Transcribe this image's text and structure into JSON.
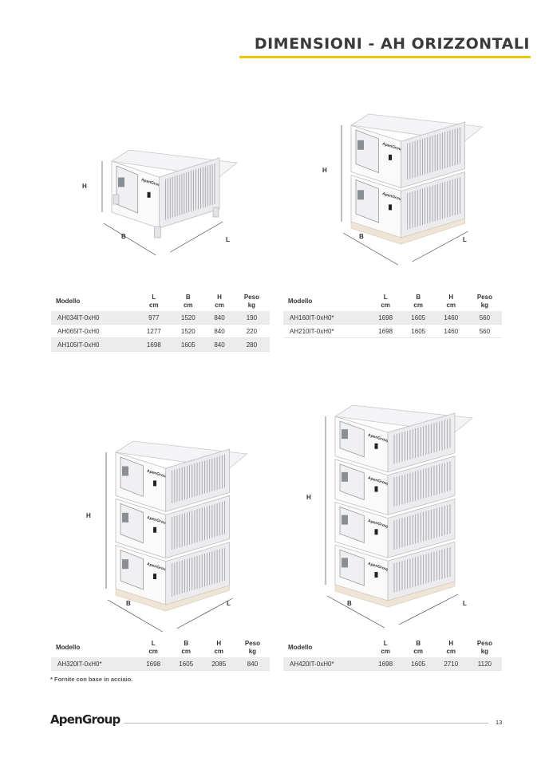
{
  "header": {
    "title": "DIMENSIONI - AH ORIZZONTALI"
  },
  "figures": [
    {
      "h": "H",
      "b": "B",
      "l": "L"
    },
    {
      "h": "H",
      "b": "B",
      "l": "L"
    },
    {
      "h": "H",
      "b": "B",
      "l": "L"
    },
    {
      "h": "H",
      "b": "B",
      "l": "L"
    }
  ],
  "brand": "ApenGroup",
  "columns": {
    "model": "Modello",
    "l": [
      "L",
      "cm"
    ],
    "b": [
      "B",
      "cm"
    ],
    "h": [
      "H",
      "cm"
    ],
    "w": [
      "Peso",
      "kg"
    ]
  },
  "tables": [
    {
      "rows": [
        {
          "model": "AH034IT-0xH0",
          "l": "977",
          "b": "1520",
          "h": "840",
          "w": "190"
        },
        {
          "model": "AH065IT-0xH0",
          "l": "1277",
          "b": "1520",
          "h": "840",
          "w": "220"
        },
        {
          "model": "AH105IT-0xH0",
          "l": "1698",
          "b": "1605",
          "h": "840",
          "w": "280"
        }
      ]
    },
    {
      "rows": [
        {
          "model": "AH160IT-0xH0*",
          "l": "1698",
          "b": "1605",
          "h": "1460",
          "w": "560"
        },
        {
          "model": "AH210IT-0xH0*",
          "l": "1698",
          "b": "1605",
          "h": "1460",
          "w": "560"
        }
      ]
    },
    {
      "rows": [
        {
          "model": "AH320IT-0xH0*",
          "l": "1698",
          "b": "1605",
          "h": "2085",
          "w": "840"
        }
      ]
    },
    {
      "rows": [
        {
          "model": "AH420IT-0xH0*",
          "l": "1698",
          "b": "1605",
          "h": "2710",
          "w": "1120"
        }
      ]
    }
  ],
  "footnote": "* Fornite con base in acciaio.",
  "footer": {
    "logo": "ApenGroup",
    "page": "13"
  }
}
